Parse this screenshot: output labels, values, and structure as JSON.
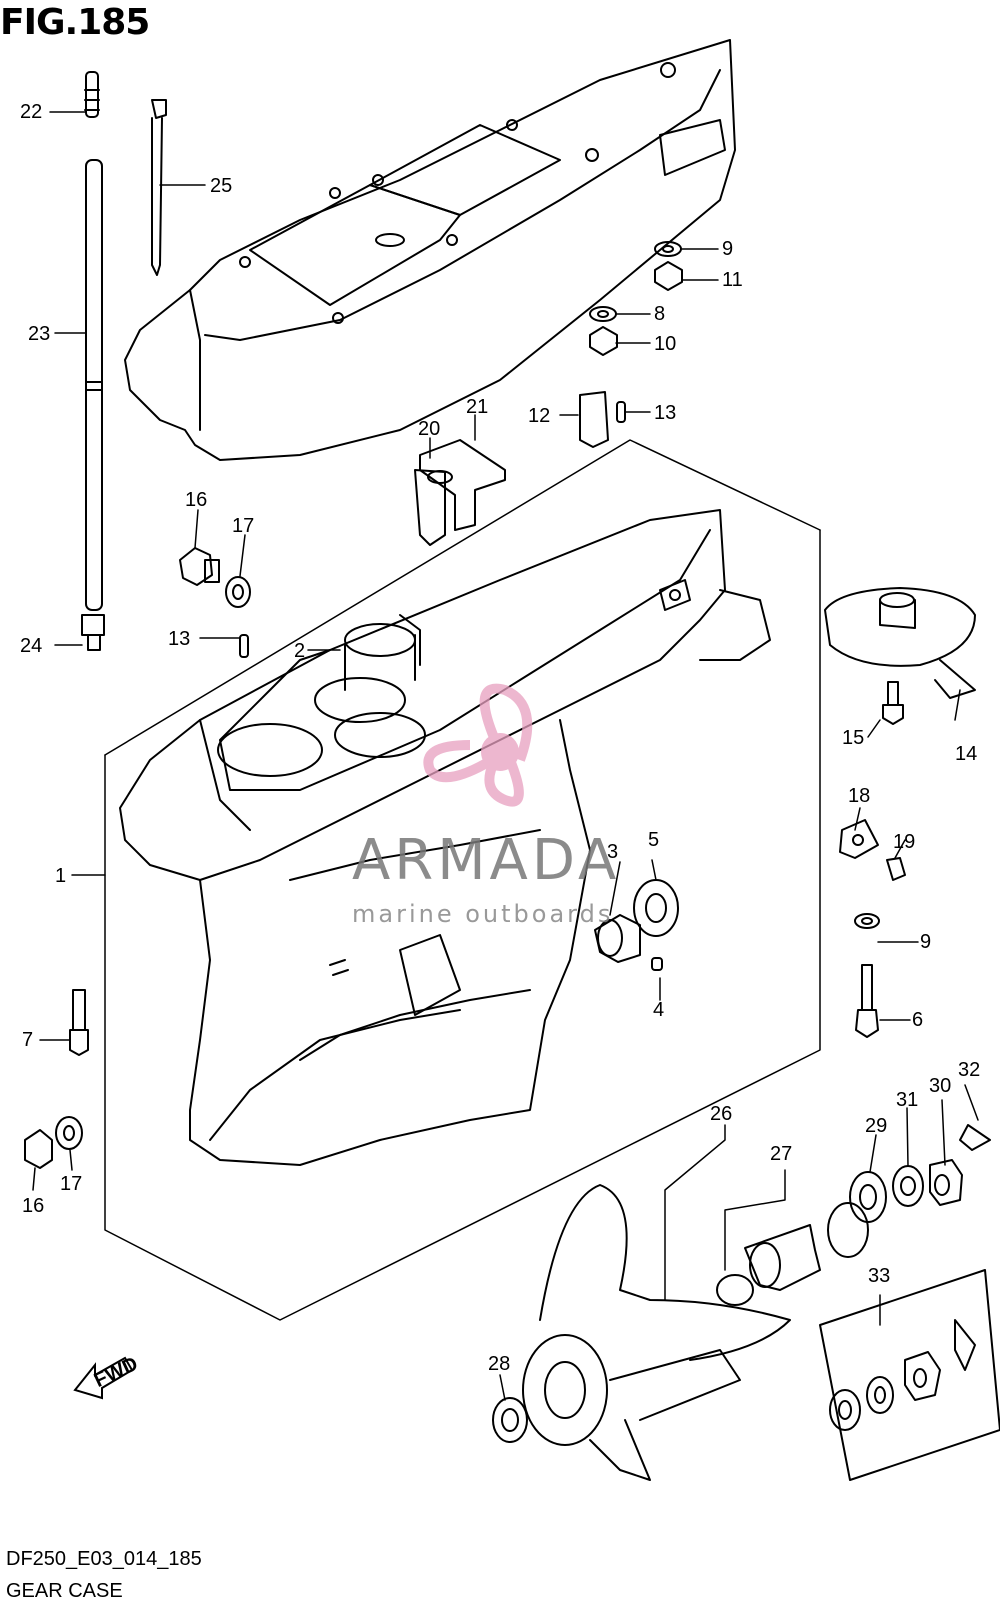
{
  "figure": {
    "title": "FIG.185",
    "model_code": "DF250_E03_014_185",
    "caption": "GEAR CASE"
  },
  "watermark": {
    "name": "ARMADA",
    "tagline": "marine outboards",
    "logo_color": "#e8a0c0"
  },
  "fwd_arrow_label": "FWD",
  "part_labels": [
    "22",
    "25",
    "9",
    "11",
    "8",
    "10",
    "23",
    "21",
    "20",
    "12",
    "13",
    "16",
    "17",
    "13",
    "24",
    "2",
    "15",
    "14",
    "18",
    "19",
    "1",
    "3",
    "5",
    "9",
    "6",
    "4",
    "7",
    "16",
    "17",
    "32",
    "30",
    "31",
    "29",
    "26",
    "27",
    "33",
    "28"
  ],
  "line_color": "#000000"
}
